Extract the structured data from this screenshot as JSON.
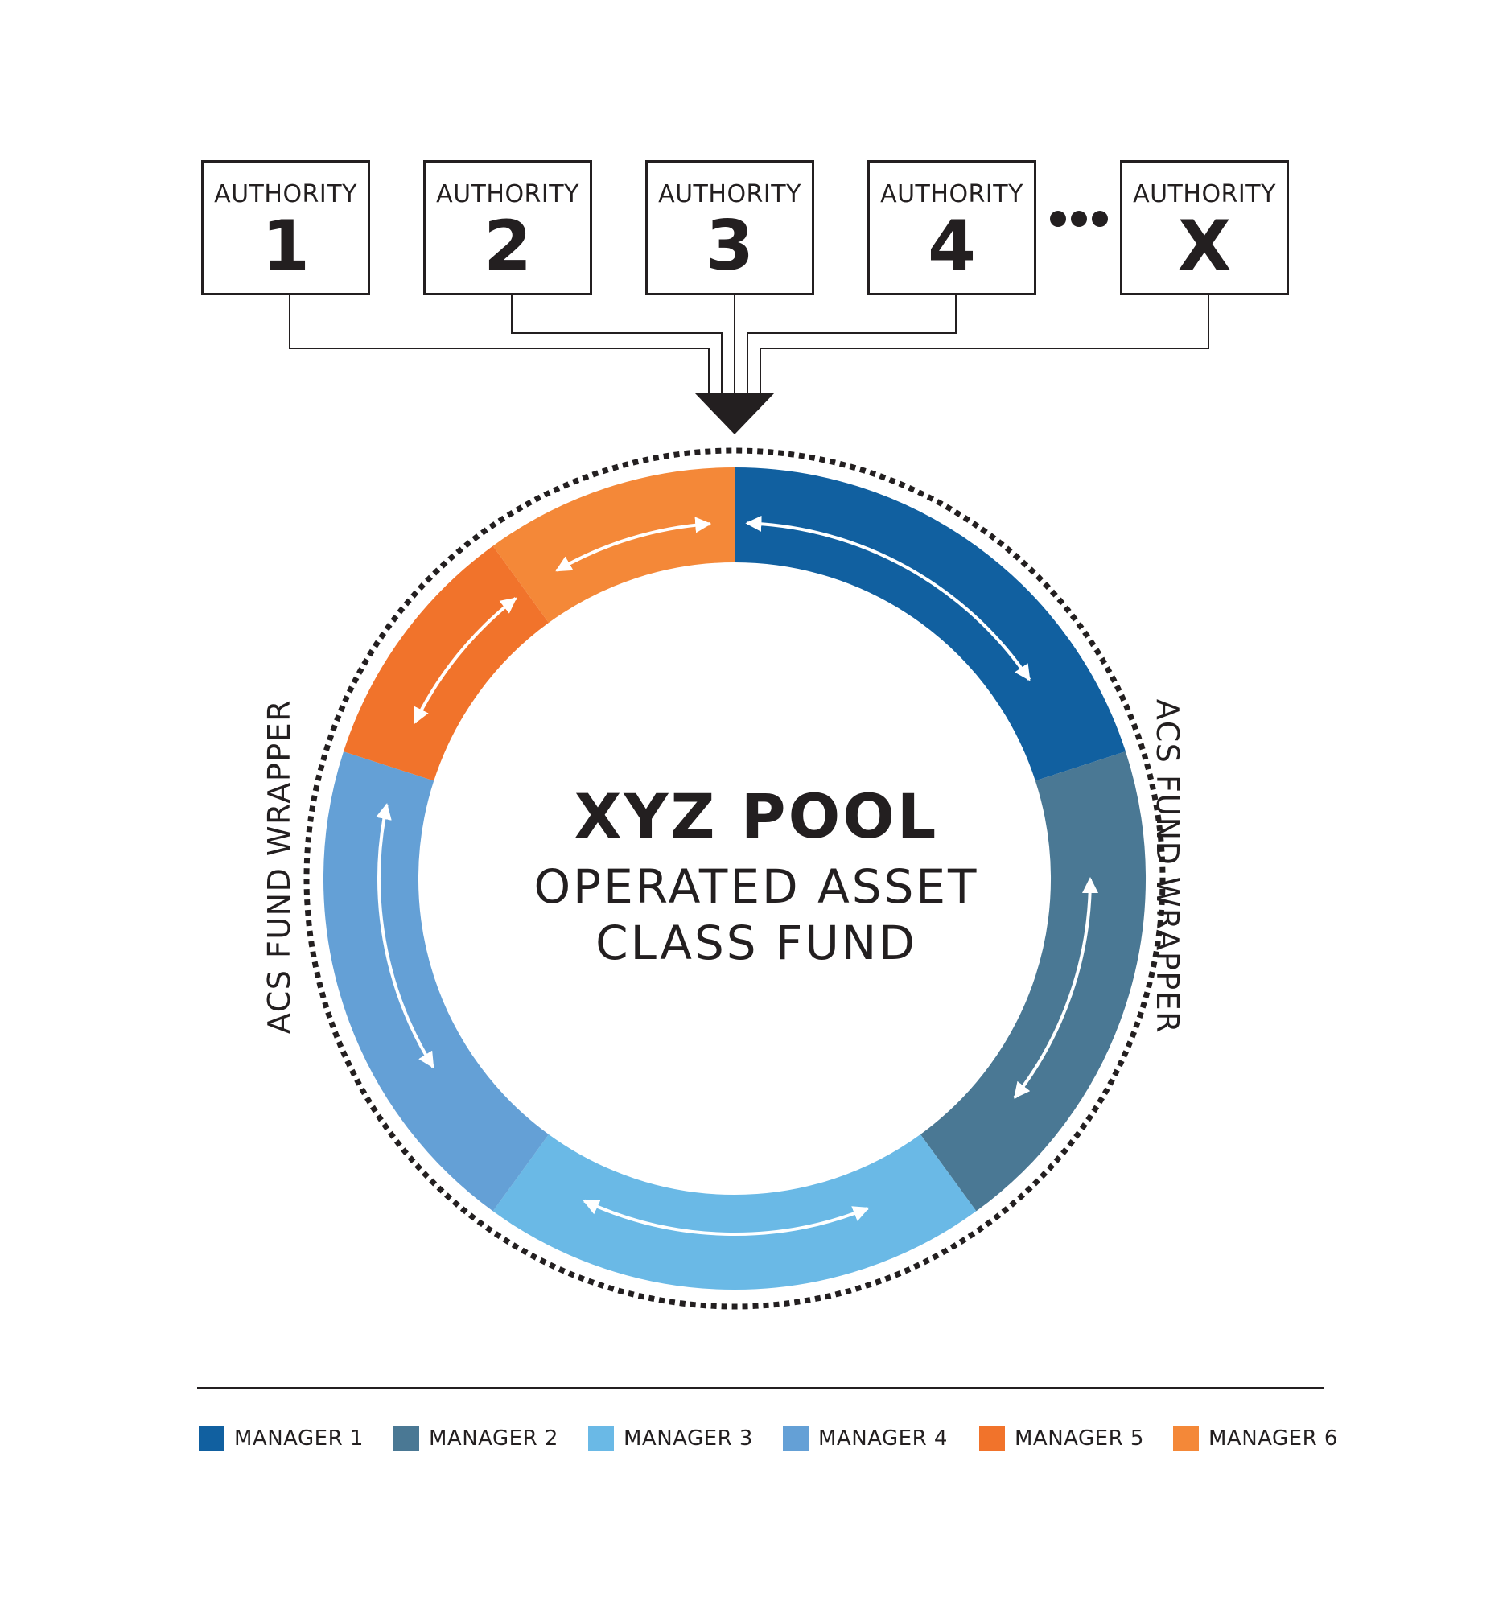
{
  "authorities": [
    {
      "label": "AUTHORITY",
      "number": "1"
    },
    {
      "label": "AUTHORITY",
      "number": "2"
    },
    {
      "label": "AUTHORITY",
      "number": "3"
    },
    {
      "label": "AUTHORITY",
      "number": "4"
    },
    {
      "label": "AUTHORITY",
      "number": "X"
    }
  ],
  "pool": {
    "title": "XYZ POOL",
    "subtitle_line1": "OPERATED ASSET",
    "subtitle_line2": "CLASS FUND"
  },
  "wrapper_label": "ACS FUND WRAPPER",
  "managers": [
    {
      "label": "MANAGER 1",
      "color": "#1160a0"
    },
    {
      "label": "MANAGER 2",
      "color": "#4a7894"
    },
    {
      "label": "MANAGER 3",
      "color": "#6ab9e6"
    },
    {
      "label": "MANAGER 4",
      "color": "#64a0d6"
    },
    {
      "label": "MANAGER 5",
      "color": "#f1732b"
    },
    {
      "label": "MANAGER 6",
      "color": "#f48838"
    }
  ]
}
